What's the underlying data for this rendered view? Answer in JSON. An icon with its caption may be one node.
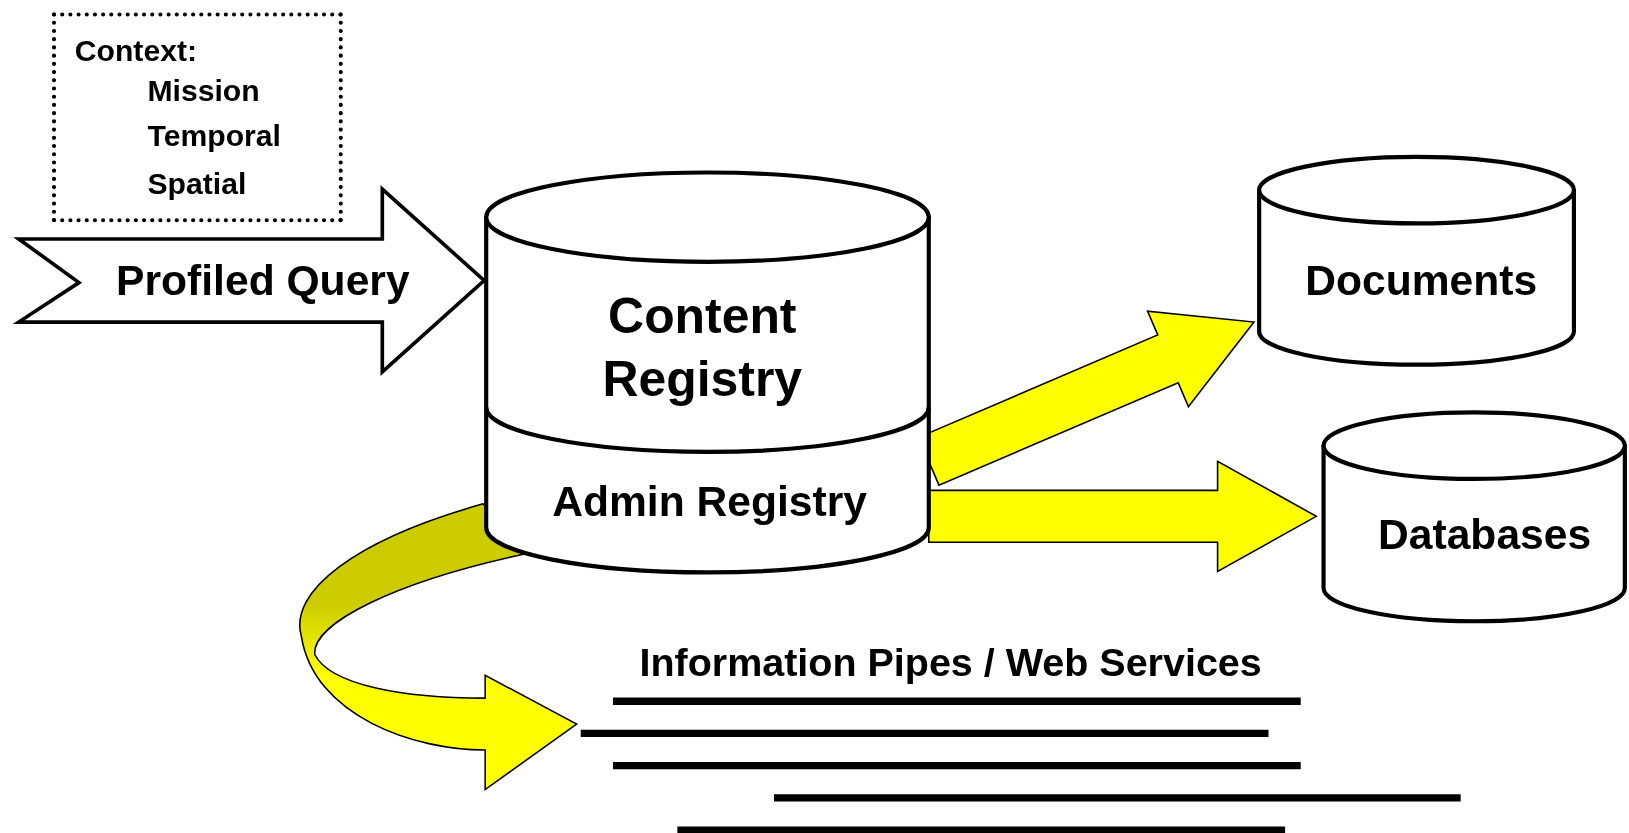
{
  "diagram": {
    "nodes": [
      {
        "text": [
          "Context:",
          "Mission",
          "Temporal",
          "Spatial"
        ]
      },
      {
        "text": [
          "Content Registry",
          "Admin Registry"
        ]
      },
      {
        "text": [
          "Documents"
        ]
      },
      {
        "text": [
          "Databases"
        ]
      },
      {
        "text": [
          "Information Pipes / Web Services"
        ]
      }
    ],
    "edges": [
      {
        "from": null,
        "to": 1,
        "arrow": "to",
        "label": "Profiled Query",
        "style": "thick"
      },
      {
        "from": 1,
        "to": 2,
        "arrow": "to",
        "style": "thick",
        "color": "#ffff00"
      },
      {
        "from": 1,
        "to": 3,
        "arrow": "to",
        "style": "thick",
        "color": "#ffff00"
      },
      {
        "from": 1,
        "to": 4,
        "arrow": "to",
        "style": "thick",
        "color": "#ffff00"
      }
    ]
  }
}
